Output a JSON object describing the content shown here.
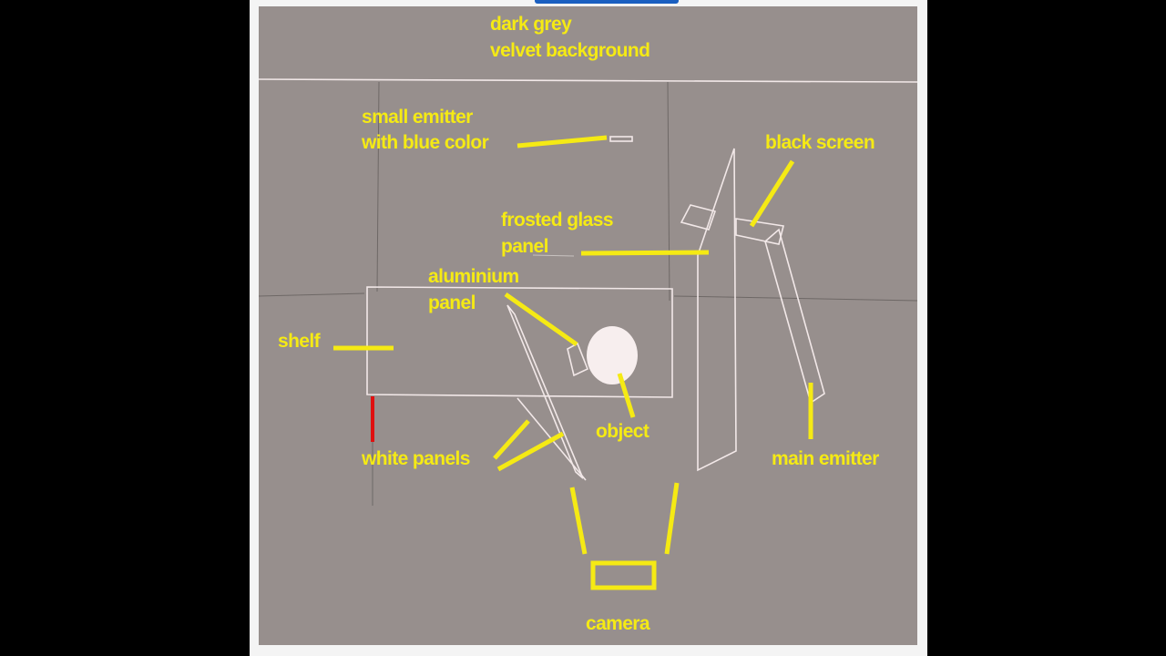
{
  "diagram": {
    "title_lines": [
      "dark grey",
      "velvet background"
    ],
    "labels": {
      "small_emitter": [
        "small emitter",
        "with blue color"
      ],
      "black_screen": "black screen",
      "frosted_glass": [
        "frosted glass",
        "panel"
      ],
      "aluminium": [
        "aluminium",
        "panel"
      ],
      "shelf": "shelf",
      "object": "object",
      "white_panels": "white panels",
      "main_emitter": "main emitter",
      "camera": "camera"
    },
    "colors": {
      "background": "#978f8d",
      "annotation": "#f5ea14",
      "wireframe": "#f2e8e8",
      "marker": "#e01010"
    }
  }
}
